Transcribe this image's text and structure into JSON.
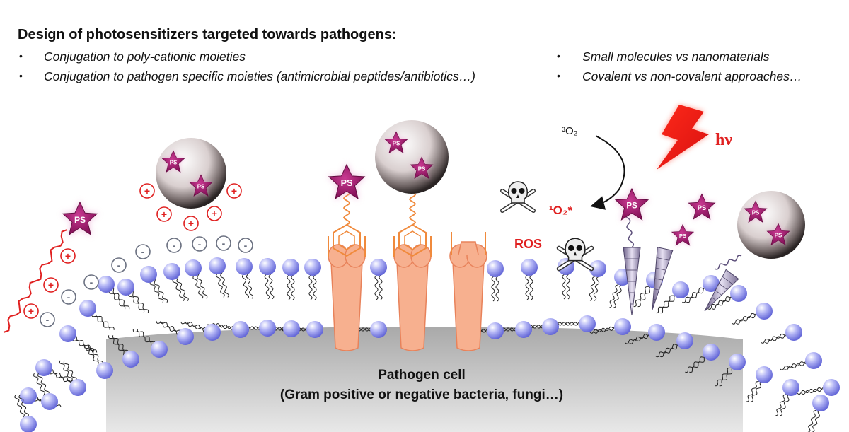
{
  "heading": "Design of photosensitizers targeted towards pathogens:",
  "bullets_left": [
    "Conjugation to poly-cationic moieties",
    "Conjugation to pathogen specific moieties (antimicrobial peptides/antibiotics…)"
  ],
  "bullets_right": [
    "Small molecules vs nanomaterials",
    "Covalent vs non-covalent approaches…"
  ],
  "labels": {
    "ps": "PS",
    "plus": "+",
    "minus": "-",
    "triplet_oxygen": "³O₂",
    "singlet_oxygen": "¹O₂*",
    "ros": "ROS",
    "light": "hν",
    "cell_title": "Pathogen cell",
    "cell_subtitle": "(Gram positive or negative bacteria, fungi…)"
  },
  "colors": {
    "ps_star": "#a3146e",
    "cation": "#e02020",
    "anion": "#6a7080",
    "lipid_head": "#9b9ef0",
    "receptor": "#f7b08f",
    "light": "#e8201c"
  }
}
